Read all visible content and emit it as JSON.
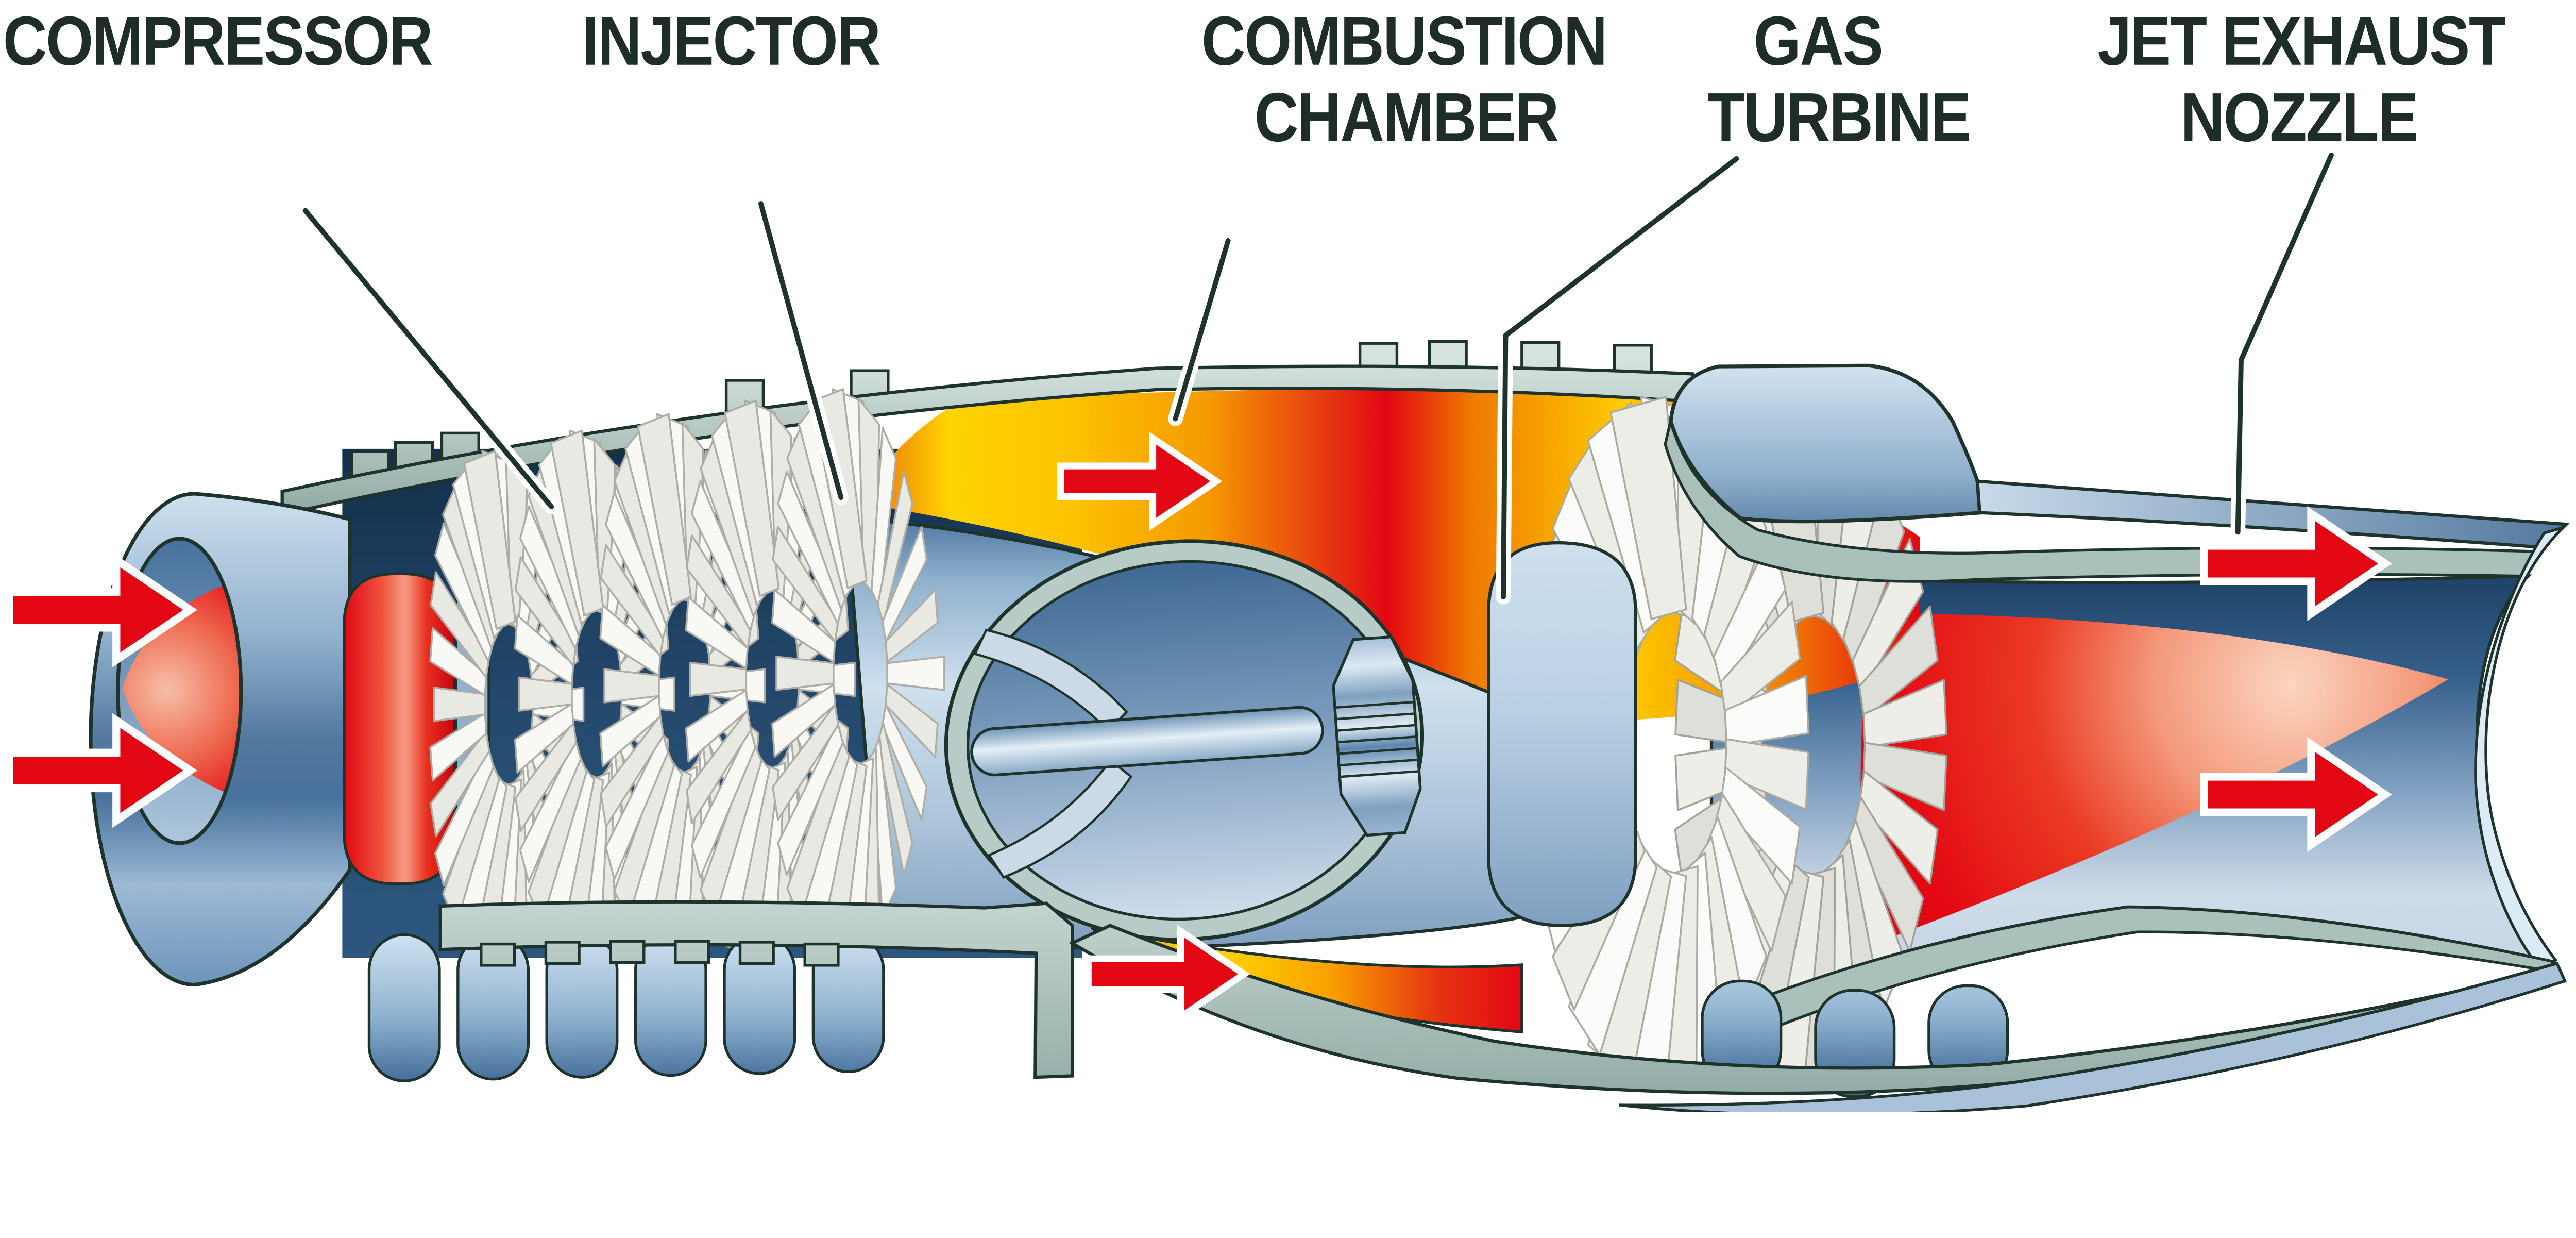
{
  "diagram": {
    "type": "jet-engine-cutaway",
    "labels": {
      "compressor": {
        "text": "COMPRESSOR"
      },
      "injector": {
        "text": "INJECTOR"
      },
      "combustion_chamber": {
        "line1": "COMBUSTION",
        "line2": "CHAMBER"
      },
      "gas_turbine": {
        "line1": "GAS",
        "line2": "TURBINE"
      },
      "jet_exhaust_nozzle": {
        "line1": "JET EXHAUST",
        "line2": "NOZZLE"
      }
    },
    "flow_arrows": [
      {
        "location": "air intake",
        "count": 2,
        "direction": "right"
      },
      {
        "location": "combustion chamber top",
        "count": 1,
        "direction": "right"
      },
      {
        "location": "combustion chamber bottom",
        "count": 1,
        "direction": "right"
      },
      {
        "location": "jet exhaust nozzle",
        "count": 2,
        "direction": "right"
      }
    ],
    "colors": {
      "arrow-red": "#e30613",
      "label-text": "#1e2d26",
      "outline-dark": "#1d332b",
      "casing-teal": "#a9c0bb",
      "casing-blue": "#6d94ba",
      "interior-navy": "#24496d",
      "flame-yellow": "#ffd400",
      "flame-orange": "#f9a200",
      "flame-red": "#e30613",
      "blade-white": "#f8f8f5",
      "exhaust-plume-core": "#fbd5c0"
    }
  }
}
